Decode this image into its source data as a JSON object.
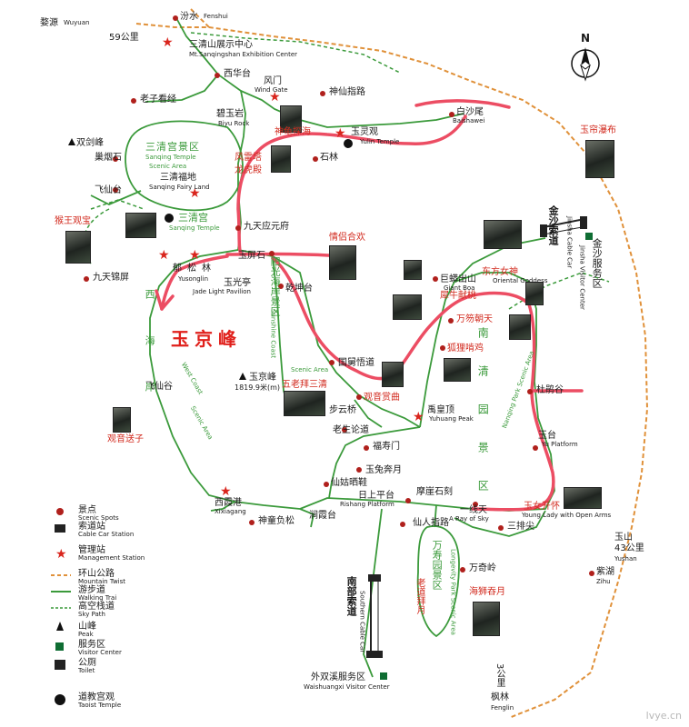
{
  "compass": {
    "letter": "N"
  },
  "region_title": "玉京峰",
  "roads": {
    "wuyuan": {
      "cn": "婺源",
      "en": "Wuyuan",
      "dist": "59公里"
    },
    "yushan": {
      "cn": "玉山",
      "en": "Yushan",
      "dist": "43公里"
    },
    "fenglin": {
      "cn": "枫林",
      "en": "Fenglin",
      "dist": "3公里"
    }
  },
  "places": {
    "fenshui": {
      "cn": "汾水",
      "en": "Fenshui"
    },
    "exhibition": {
      "cn": "三清山展示中心",
      "en": "Mt.Sanqingshan Exhibition Center"
    },
    "xihuatai": {
      "cn": "西华台"
    },
    "fengmen": {
      "cn": "风门",
      "en": "Wind Gate"
    },
    "laozi": {
      "cn": "老子看经"
    },
    "shenxian": {
      "cn": "神仙指路"
    },
    "biyuyan": {
      "cn": "碧玉岩",
      "en": "Biyu Rock"
    },
    "baishawei": {
      "cn": "白沙尾",
      "en": "Baishawei"
    },
    "shuangjian": {
      "cn": "双剑峰"
    },
    "shenguitan": {
      "cn": "神龟探海"
    },
    "yulingguan": {
      "cn": "玉灵观",
      "en": "Yulin Temple"
    },
    "yulian": {
      "cn": "玉帘瀑布"
    },
    "sanqinggong_area": {
      "cn": "三清宫景区",
      "en1": "Sanqing Temple",
      "en2": "Scenic Area"
    },
    "yeyanshi": {
      "cn": "巢烟石"
    },
    "fengleita": {
      "cn": "风雷塔"
    },
    "longhudian": {
      "cn": "龙虎殿"
    },
    "shilin": {
      "cn": "石林"
    },
    "fairyland": {
      "cn": "三清福地",
      "en": "Sanqing Fairy Land"
    },
    "feixiantai": {
      "cn": "飞仙台"
    },
    "houwang": {
      "cn": "猴王观宝"
    },
    "sanqinggong": {
      "cn": "三清宫",
      "en": "Sanqing Temple"
    },
    "jiutian": {
      "cn": "九天应元府"
    },
    "qinglv": {
      "cn": "情侣合欢"
    },
    "jinsha_car": {
      "cn": "金沙索道",
      "en": "Jinsha Cable Car"
    },
    "jinsha_vc": {
      "cn": "金沙服务区",
      "en": "Jinsha Visitor Center"
    },
    "yupingshi": {
      "cn": "玉屏石"
    },
    "yusong": {
      "cn": "郁松林",
      "en": "Yusonglin"
    },
    "jiutianjin": {
      "cn": "九天锦屏"
    },
    "yuguangting": {
      "cn": "玉光亭",
      "en": "Jade Light Pavilion"
    },
    "qiankun": {
      "cn": "乾坤台"
    },
    "julian": {
      "cn": "巨蟒出山",
      "en": "Giant Boa"
    },
    "dongfang": {
      "cn": "东方女神",
      "en": "Oriental Goddess"
    },
    "quexiao": {
      "cn": "犀牛献桃"
    },
    "xihaian": {
      "cn": "西海岸",
      "area1": "West Coast",
      "area2": "Scenic Area"
    },
    "yangguang": {
      "cn": "阳光海岸景区",
      "en1": "Sunshine Coast",
      "en2": "Scenic Area"
    },
    "wanshou": {
      "cn": "万笏朝天"
    },
    "nanqingyuan": {
      "cn": "南清园景区",
      "en": "Nanqing Park Scenic Area"
    },
    "huli": {
      "cn": "狐狸啃鸡"
    },
    "guoyu": {
      "cn": "国舅悟道"
    },
    "yujingfeng": {
      "cn": "玉京峰",
      "alt": "1819.9米(m)"
    },
    "wulao": {
      "cn": "五老拜三清"
    },
    "feixiangu": {
      "cn": "飞仙谷"
    },
    "guanyin": {
      "cn": "观音赏曲"
    },
    "dujuan": {
      "cn": "杜鹃谷"
    },
    "buyunqiao": {
      "cn": "步云桥"
    },
    "yuhuang": {
      "cn": "禹皇顶",
      "en": "Yuhuang Peak"
    },
    "guanyinsongzi": {
      "cn": "观音送子"
    },
    "laosheng": {
      "cn": "老生论道"
    },
    "yutai": {
      "cn": "玉台",
      "en": "Yu Platform"
    },
    "fushou": {
      "cn": "福寿门"
    },
    "yutu": {
      "cn": "玉兔奔月"
    },
    "xianggu": {
      "cn": "仙姑晒鞋"
    },
    "moya": {
      "cn": "摩崖石刻"
    },
    "risheng": {
      "cn": "日上平台",
      "en": "Rishang Platform"
    },
    "yixiantian": {
      "cn": "一线天",
      "en": "A Ray of Sky"
    },
    "yunv": {
      "cn": "玉女开怀",
      "en": "Young Lady with Open Arms"
    },
    "xixiagang": {
      "cn": "西霞港",
      "en": "Xixiagang"
    },
    "shenzhen": {
      "cn": "神童负松"
    },
    "zhaoxia": {
      "cn": "涧霞台"
    },
    "xianren": {
      "cn": "仙人指路"
    },
    "sanpai": {
      "cn": "三排尖"
    },
    "wanshouyuan": {
      "cn": "万寿园景区",
      "en": "Longevity Park Scenic Area"
    },
    "wanqiling": {
      "cn": "万奇岭"
    },
    "zihu": {
      "cn": "紫湖",
      "en": "Zihu"
    },
    "laodao": {
      "cn": "老道拜月"
    },
    "haishi": {
      "cn": "海狮吞月"
    },
    "nanbu": {
      "cn": "南部索道",
      "en": "Southern Cable Car"
    },
    "waishuangxi": {
      "cn": "外双溪服务区",
      "en": "Waishuangxi Visitor Center"
    }
  },
  "legend": [
    {
      "cn": "景点",
      "en": "Scenic Spots",
      "icon": "dot-icon"
    },
    {
      "cn": "索道站",
      "en": "Cable Car Station",
      "icon": "cable-station-icon"
    },
    {
      "cn": "管理站",
      "en": "Management Station",
      "icon": "star-icon"
    },
    {
      "cn": "环山公路",
      "en": "Mountain Twist",
      "icon": "road-line-icon"
    },
    {
      "cn": "游步道",
      "en": "Walking Trai",
      "icon": "trail-line-icon"
    },
    {
      "cn": "高空栈道",
      "en": "Sky Path",
      "icon": "sky-path-icon"
    },
    {
      "cn": "山峰",
      "en": "Peak",
      "icon": "peak-icon"
    },
    {
      "cn": "服务区",
      "en": "Visitor Center",
      "icon": "visitor-center-icon"
    },
    {
      "cn": "公厕",
      "en": "Toilet",
      "icon": "toilet-icon"
    },
    {
      "cn": "道教宫观",
      "en": "Taoist Temple",
      "icon": "taoist-temple-icon"
    }
  ],
  "watermark": "lvye.cn",
  "colors": {
    "trail": "#3b9a3b",
    "road": "#e0913a",
    "route": "#ec4d63",
    "spot": "#b0201c",
    "star": "#d9251d",
    "visitor": "#0f6d33"
  }
}
